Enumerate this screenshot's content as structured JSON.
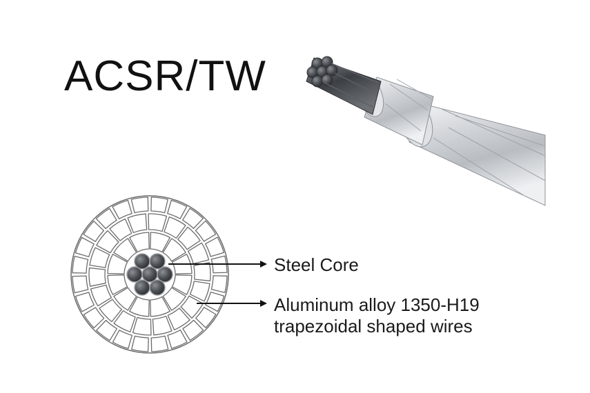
{
  "title": "ACSR/TW",
  "labels": {
    "steel_core": "Steel Core",
    "aluminum_line1": "Aluminum alloy 1350-H19",
    "aluminum_line2": "trapezoidal shaped wires"
  },
  "colors": {
    "text": "#111111",
    "wire_outline": "#6b6b6b",
    "steel_strand": "#3d3f42",
    "aluminum": "#c9ccd0"
  },
  "cross_section": {
    "steel_strands": 7,
    "aluminum_layers": [
      12,
      18,
      24
    ]
  }
}
